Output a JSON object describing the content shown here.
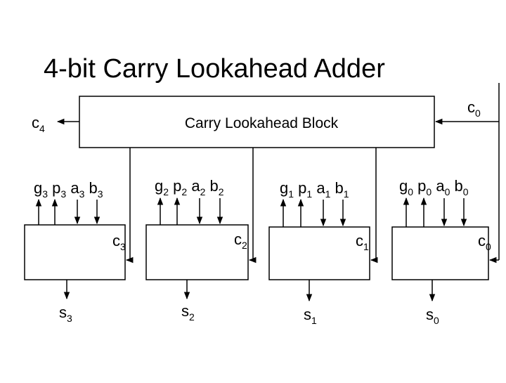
{
  "title": "4-bit Carry Lookahead Adder",
  "lookahead_block": {
    "label": "Carry Lookahead Block"
  },
  "carry_out": {
    "base": "c",
    "idx": "4"
  },
  "carry_in": {
    "base": "c",
    "idx": "0"
  },
  "stages": [
    {
      "inputs": [
        {
          "base": "g",
          "idx": "3"
        },
        {
          "base": "p",
          "idx": "3"
        },
        {
          "base": "a",
          "idx": "3"
        },
        {
          "base": "b",
          "idx": "3"
        }
      ],
      "carry": {
        "base": "c",
        "idx": "3"
      },
      "sum": {
        "base": "s",
        "idx": "3"
      }
    },
    {
      "inputs": [
        {
          "base": "g",
          "idx": "2"
        },
        {
          "base": "p",
          "idx": "2"
        },
        {
          "base": "a",
          "idx": "2"
        },
        {
          "base": "b",
          "idx": "2"
        }
      ],
      "carry": {
        "base": "c",
        "idx": "2"
      },
      "sum": {
        "base": "s",
        "idx": "2"
      }
    },
    {
      "inputs": [
        {
          "base": "g",
          "idx": "1"
        },
        {
          "base": "p",
          "idx": "1"
        },
        {
          "base": "a",
          "idx": "1"
        },
        {
          "base": "b",
          "idx": "1"
        }
      ],
      "carry": {
        "base": "c",
        "idx": "1"
      },
      "sum": {
        "base": "s",
        "idx": "1"
      }
    },
    {
      "inputs": [
        {
          "base": "g",
          "idx": "0"
        },
        {
          "base": "p",
          "idx": "0"
        },
        {
          "base": "a",
          "idx": "0"
        },
        {
          "base": "b",
          "idx": "0"
        }
      ],
      "carry": {
        "base": "c",
        "idx": "0"
      },
      "sum": {
        "base": "s",
        "idx": "0"
      }
    }
  ]
}
